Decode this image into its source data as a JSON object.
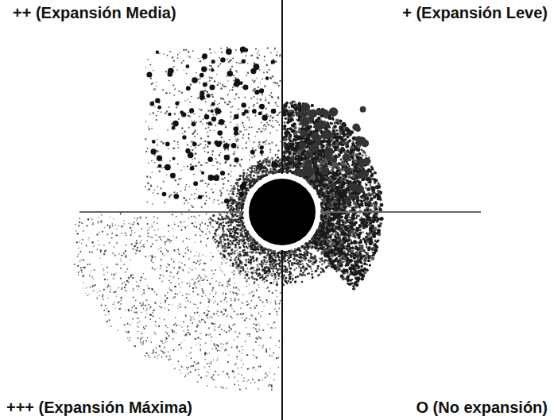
{
  "diagram": {
    "labels": [
      "++ (Expansión Media)",
      "+ (Expansión Leve)",
      "+++ (Expansión Máxima)",
      "O (No expansión)"
    ]
  }
}
